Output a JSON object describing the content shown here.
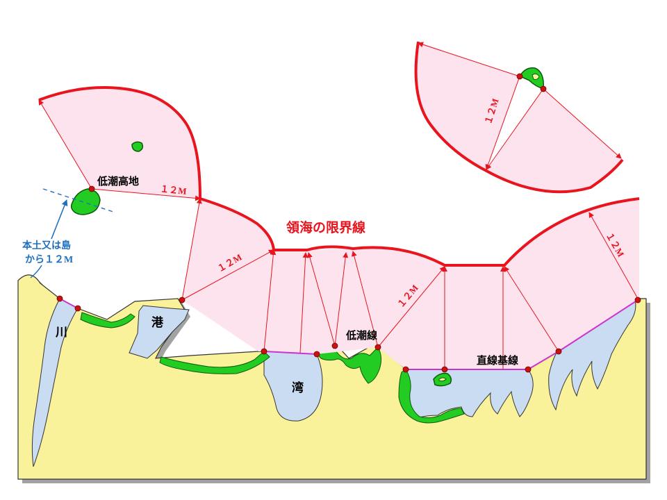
{
  "colors": {
    "land": "#faf29a",
    "water": "#c9dcf2",
    "sea_zone": "#fde3ee",
    "limit_line": "#e8141e",
    "baseline": "#cc33cc",
    "low_tide": "#22cc22",
    "point": "#cc1111",
    "note": "#1e6fc0"
  },
  "labels": {
    "title": "領海の限界線",
    "low_tide_elevation": "低潮高地",
    "harbor": "港",
    "river": "川",
    "bay": "湾",
    "low_tide_line": "低潮線",
    "straight_baseline": "直線基線",
    "note_line1": "本土又は島",
    "note_line2": "から１２M",
    "dist_1": "１２M",
    "dist_2": "１２M",
    "dist_3": "１２M",
    "dist_4": "１２M",
    "dist_5": "１２M"
  }
}
